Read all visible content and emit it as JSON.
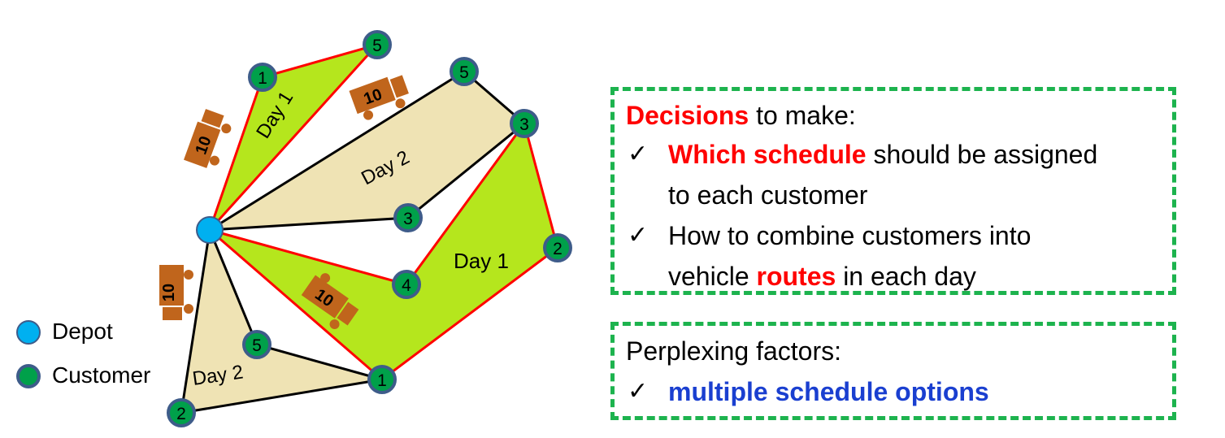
{
  "legend": {
    "depot": "Depot",
    "customer": "Customer"
  },
  "colors": {
    "depot": "#00b0f0",
    "customer": "#00a04a",
    "customer_border": "#3e5c8a",
    "day1_fill": "#b5e61d",
    "day2_fill": "#efe3b4",
    "day1_edge": "#ff0000",
    "day2_edge": "#000000",
    "truck": "#c0651c",
    "highlight_red": "#ff0000",
    "highlight_blue": "#1a3fd0",
    "box_border": "#1db34e"
  },
  "diagram": {
    "customers": [
      "1",
      "5",
      "5",
      "3",
      "3",
      "2",
      "4",
      "1",
      "5",
      "2"
    ],
    "route_labels": [
      "Day 1",
      "Day 2",
      "Day 1",
      "Day 2"
    ],
    "truck_capacity": "10"
  },
  "decisions": {
    "title_highlight": "Decisions",
    "title_rest": " to make:",
    "item1_highlight": "Which schedule",
    "item1_rest": " should be assigned",
    "item1_line2": "to each customer",
    "item2_line1": "How to combine customers into",
    "item2_pre": "vehicle ",
    "item2_highlight": "routes",
    "item2_post": " in each day",
    "check": "✓"
  },
  "factors": {
    "title": "Perplexing factors:",
    "item1": "multiple schedule options",
    "check": "✓"
  }
}
